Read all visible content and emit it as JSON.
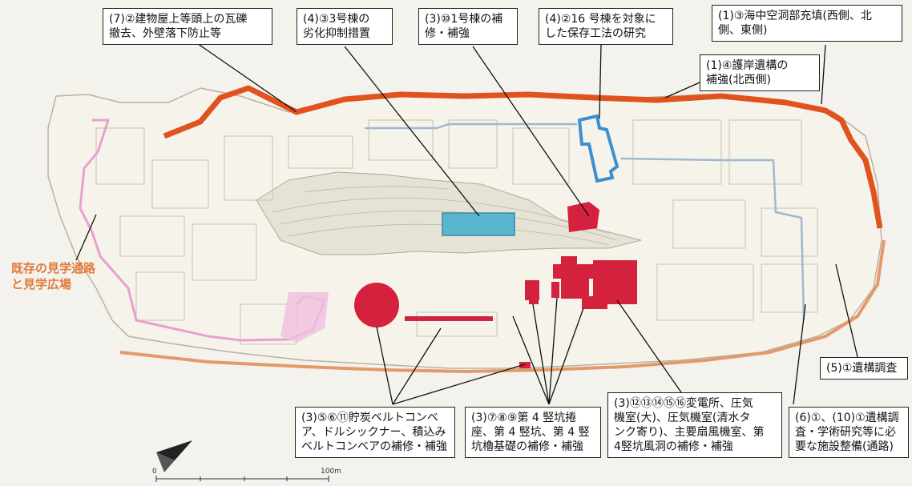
{
  "colors": {
    "seawall": "#e0531e",
    "route": "#e8a0d0",
    "pipe": "#9fb8d0",
    "facility": "#d4213d",
    "blue_building": "#5ab5cf",
    "outer_outline": "#e39a6b"
  },
  "labels": {
    "l7_2": [
      "(7)②建物屋上等頭上の瓦礫",
      "撤去、外壁落下防止等"
    ],
    "l4_3": [
      "(4)③3号棟の",
      "劣化抑制措置"
    ],
    "l3_10": [
      "(3)⑩1号棟の補",
      "修・補強"
    ],
    "l4_2": [
      "(4)②16 号棟を対象に",
      "した保存工法の研究"
    ],
    "l1_3": [
      "(1)③海中空洞部充填(西側、北",
      "側、東側)"
    ],
    "l1_4": [
      "(1)④護岸遺構の",
      "補強(北西側)"
    ],
    "l5_1": [
      "(5)①遺構調査"
    ],
    "l3_5": [
      "(3)⑤⑥⑪貯炭ベルトコンベ",
      "ア、ドルシックナー、積込み",
      "ベルトコンベアの補修・補強"
    ],
    "l3_7": [
      "(3)⑦⑧⑨第 4 竪坑捲",
      "座、第 4 竪坑、第 4 竪",
      "坑櫓基礎の補修・補強"
    ],
    "l3_12": [
      "(3)⑫⑬⑭⑮⑯変電所、圧気",
      "機室(大)、圧気機室(清水タ",
      "ンク寄り)、主要扇風機室、第",
      "4竪坑風洞の補修・補強"
    ],
    "l6_1": [
      "(6)①、(10)①遺構調",
      "査・学術研究等に必",
      "要な施設整備(通路)"
    ],
    "route": [
      "既存の見学通路",
      "と見学広場"
    ]
  },
  "scale_bar": {
    "start": "0",
    "end": "100m"
  }
}
